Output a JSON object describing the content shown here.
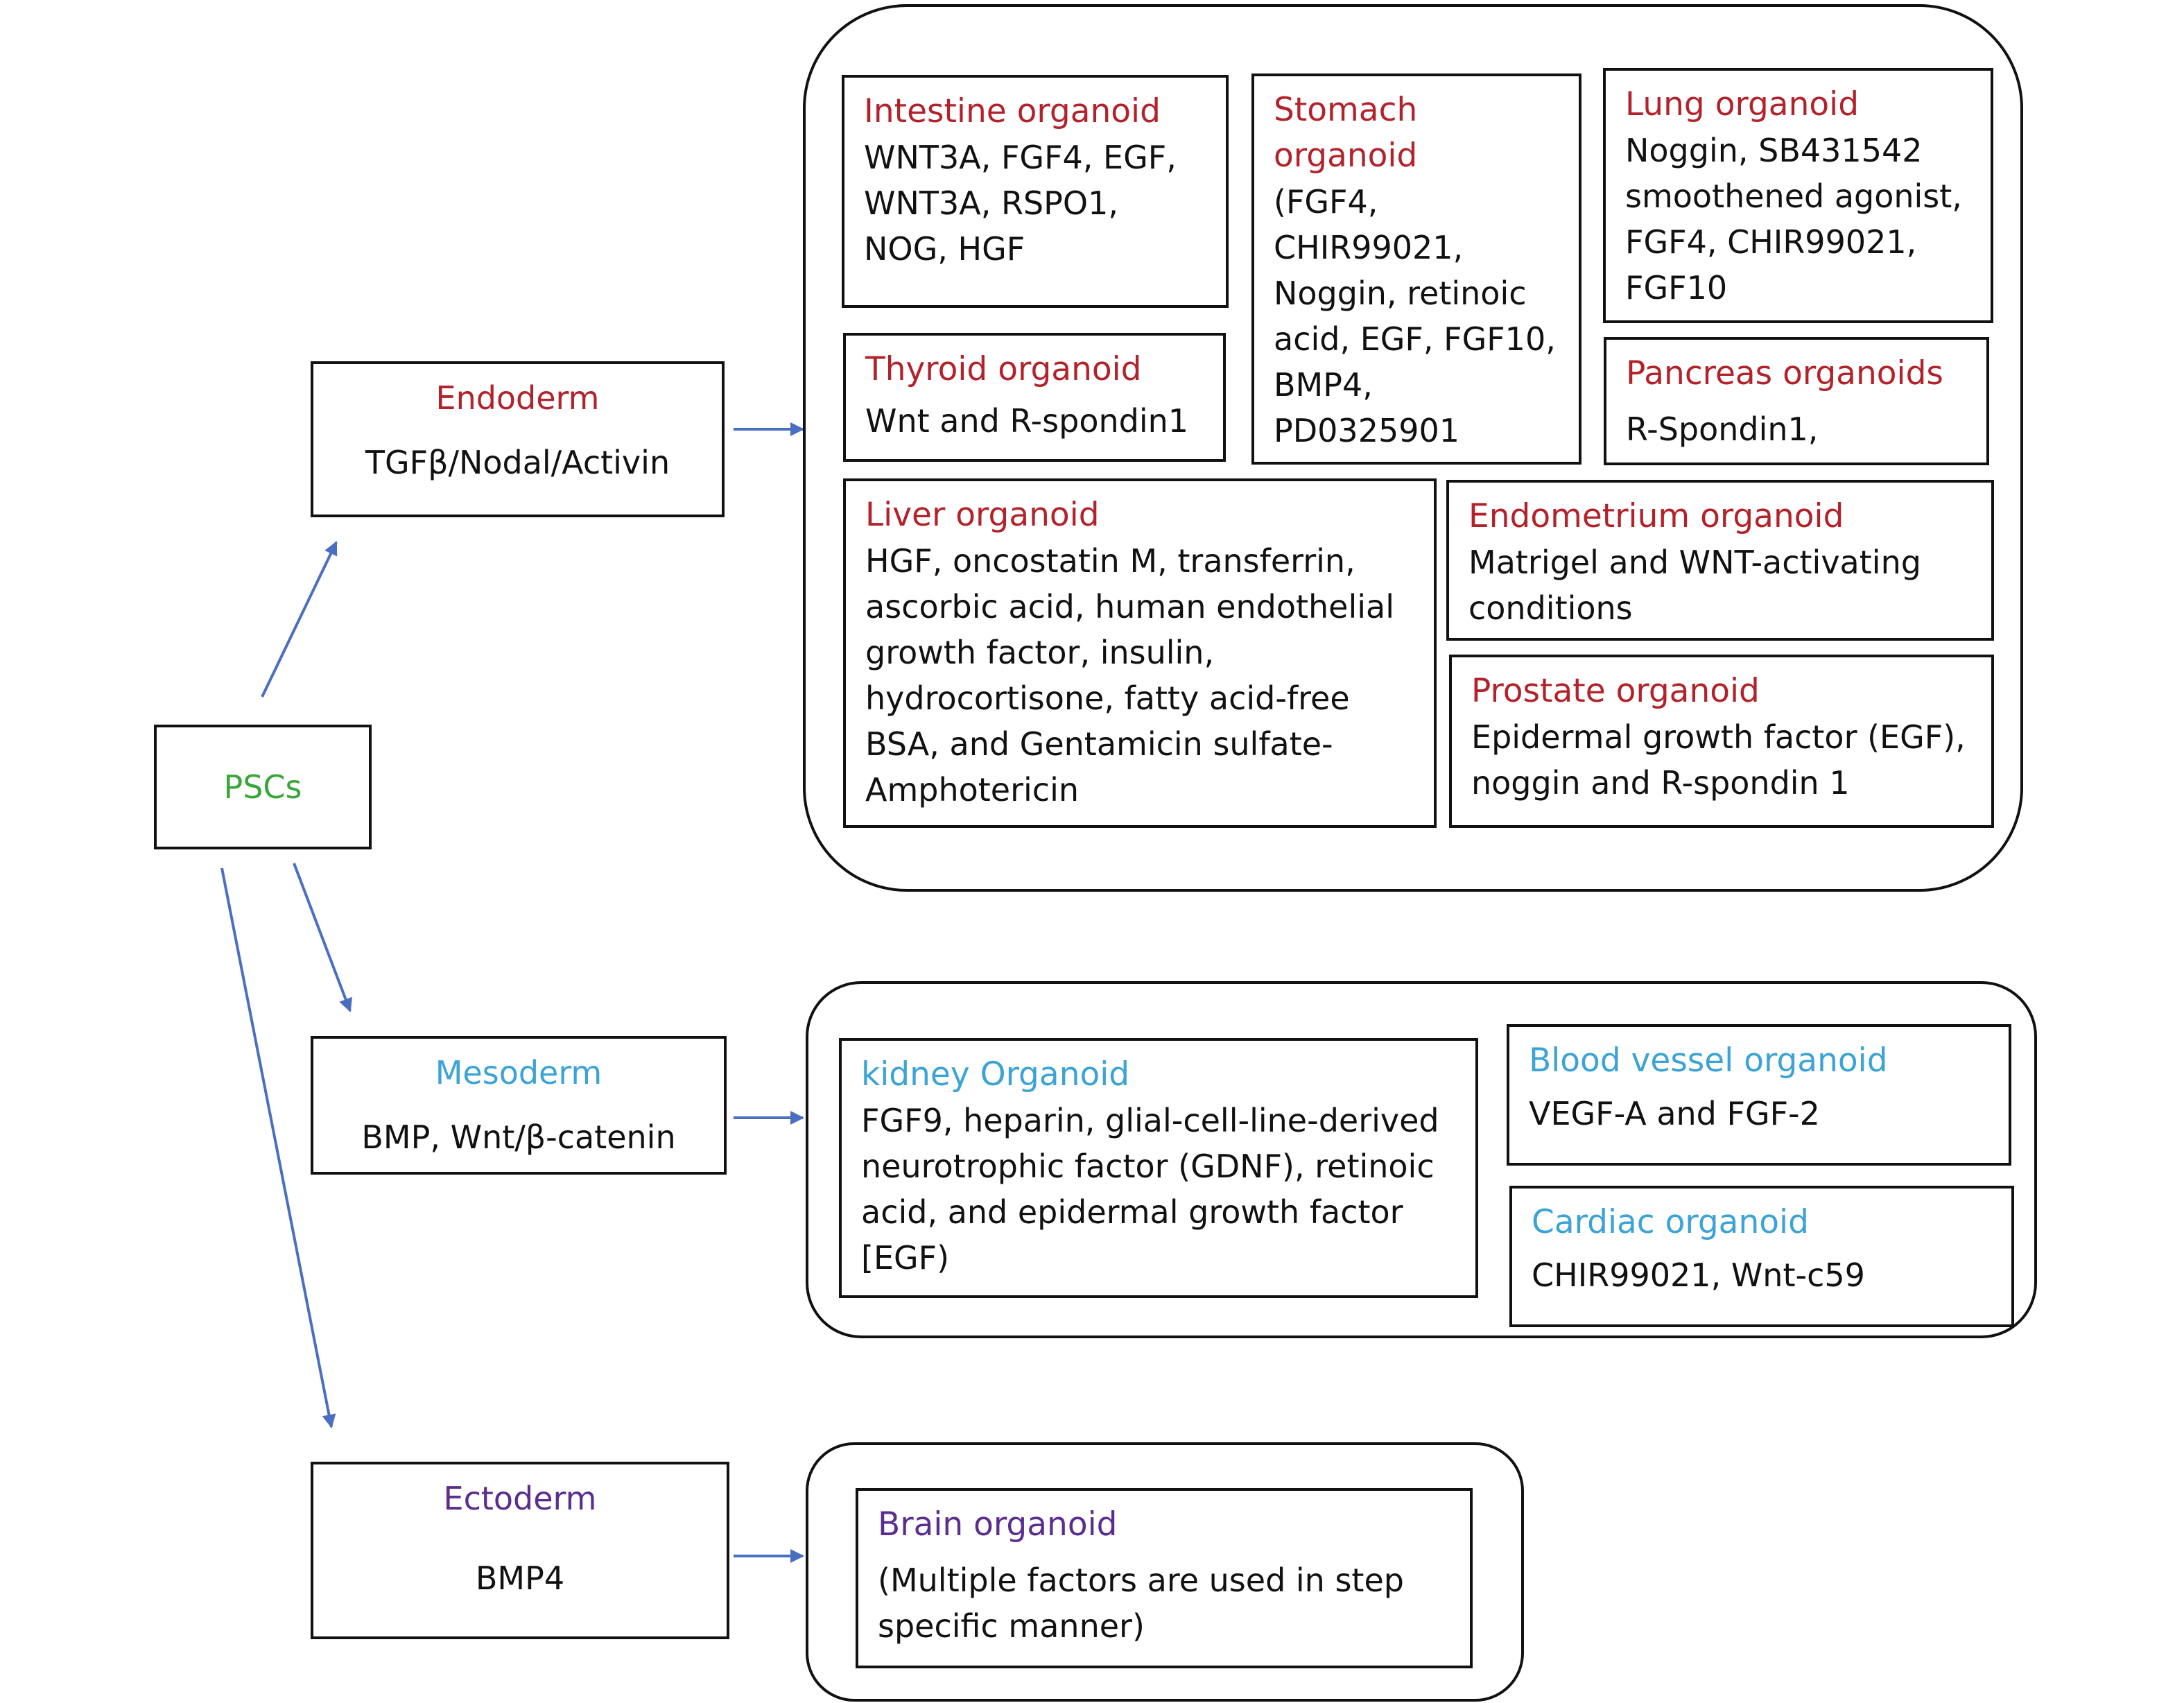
{
  "psc": {
    "label": "PSCs",
    "color": "#3aa63a"
  },
  "germ_layers": {
    "endoderm": {
      "title": "Endoderm",
      "signals": "TGFβ/Nodal/Activin",
      "color": "#b3222a"
    },
    "mesoderm": {
      "title": "Mesoderm",
      "signals": "BMP, Wnt/β-catenin",
      "color": "#3ba3d6"
    },
    "ectoderm": {
      "title": "Ectoderm",
      "signals": "BMP4",
      "color": "#5a2d8f"
    }
  },
  "organoids": {
    "intestine": {
      "title": "Intestine organoid",
      "factors": "WNT3A, FGF4, EGF, WNT3A, RSPO1, NOG, HGF"
    },
    "stomach": {
      "title": "Stomach organoid",
      "factors": "(FGF4, CHIR99021, Noggin, retinoic acid, EGF, FGF10, BMP4, PD0325901"
    },
    "lung": {
      "title": "Lung organoid",
      "factors": "Noggin, SB431542 smoothened agonist, FGF4, CHIR99021, FGF10"
    },
    "thyroid": {
      "title": "Thyroid organoid",
      "factors": "Wnt and R-spondin1"
    },
    "pancreas": {
      "title": "Pancreas organoids",
      "factors": "R-Spondin1,"
    },
    "liver": {
      "title": "Liver organoid",
      "factors": "HGF, oncostatin M, transferrin, ascorbic acid, human endothelial growth factor, insulin, hydrocortisone, fatty acid-free BSA, and Gentamicin sulfate-Amphotericin"
    },
    "endometrium": {
      "title": "Endometrium organoid",
      "factors": "Matrigel and WNT-activating conditions"
    },
    "prostate": {
      "title": "Prostate organoid",
      "factors": "Epidermal growth factor (EGF), noggin and R-spondin 1"
    },
    "kidney": {
      "title": "kidney Organoid",
      "factors": "FGF9, heparin, glial-cell-line-derived neurotrophic factor (GDNF), retinoic acid, and epidermal growth factor [EGF)"
    },
    "blood_vessel": {
      "title": "Blood vessel organoid",
      "factors": "VEGF-A and FGF-2"
    },
    "cardiac": {
      "title": "Cardiac organoid",
      "factors": "CHIR99021, Wnt-c59"
    },
    "brain": {
      "title": "Brain organoid",
      "factors": "(Multiple factors are used in step specific manner)"
    }
  },
  "colors": {
    "arrow": "#4a6fc1",
    "border": "#111111"
  }
}
